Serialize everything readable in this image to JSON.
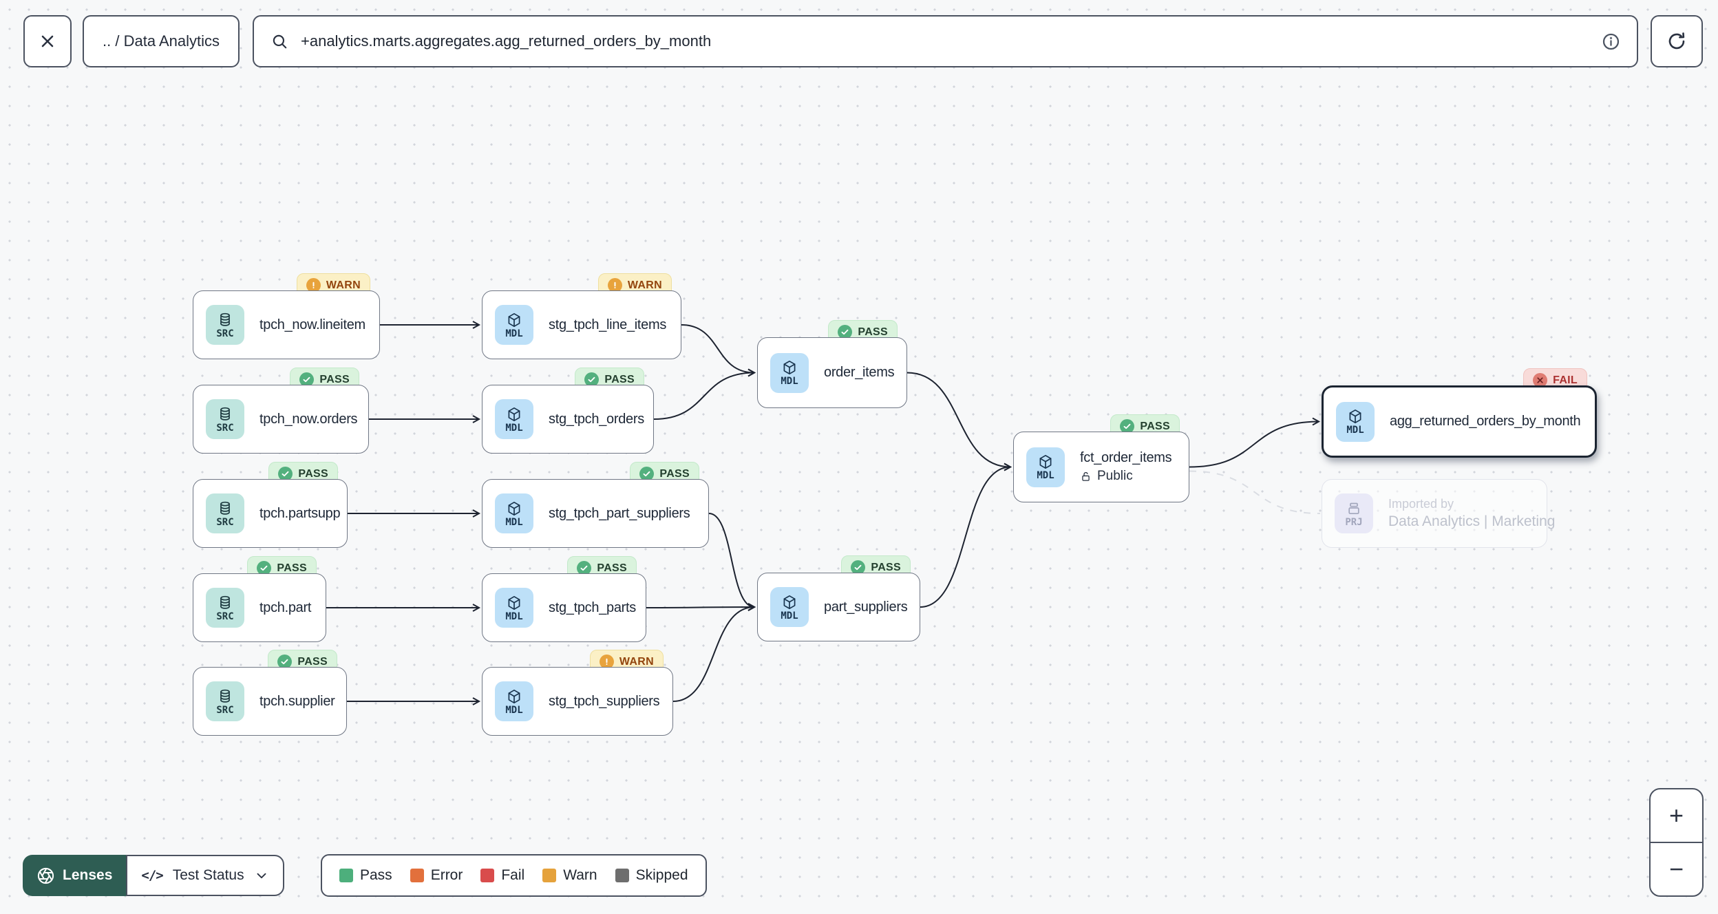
{
  "topbar": {
    "breadcrumb": ".. / Data Analytics",
    "search_value": "+analytics.marts.aggregates.agg_returned_orders_by_month"
  },
  "nodes": [
    {
      "id": "tpch_now_lineitem",
      "type": "SRC",
      "label": "tpch_now.lineitem",
      "status": "WARN"
    },
    {
      "id": "stg_tpch_line_items",
      "type": "MDL",
      "label": "stg_tpch_line_items",
      "status": "WARN"
    },
    {
      "id": "tpch_now_orders",
      "type": "SRC",
      "label": "tpch_now.orders",
      "status": "PASS"
    },
    {
      "id": "stg_tpch_orders",
      "type": "MDL",
      "label": "stg_tpch_orders",
      "status": "PASS"
    },
    {
      "id": "tpch_partsupp",
      "type": "SRC",
      "label": "tpch.partsupp",
      "status": "PASS"
    },
    {
      "id": "stg_tpch_part_suppliers",
      "type": "MDL",
      "label": "stg_tpch_part_suppliers",
      "status": "PASS"
    },
    {
      "id": "tpch_part",
      "type": "SRC",
      "label": "tpch.part",
      "status": "PASS"
    },
    {
      "id": "stg_tpch_parts",
      "type": "MDL",
      "label": "stg_tpch_parts",
      "status": "PASS"
    },
    {
      "id": "tpch_supplier",
      "type": "SRC",
      "label": "tpch.supplier",
      "status": "PASS"
    },
    {
      "id": "stg_tpch_suppliers",
      "type": "MDL",
      "label": "stg_tpch_suppliers",
      "status": "WARN"
    },
    {
      "id": "order_items",
      "type": "MDL",
      "label": "order_items",
      "status": "PASS"
    },
    {
      "id": "part_suppliers",
      "type": "MDL",
      "label": "part_suppliers",
      "status": "PASS"
    },
    {
      "id": "fct_order_items",
      "type": "MDL",
      "label": "fct_order_items",
      "status": "PASS",
      "access": "Public"
    },
    {
      "id": "agg_returned_orders_by_month",
      "type": "MDL",
      "label": "agg_returned_orders_by_month",
      "status": "FAIL",
      "selected": true
    },
    {
      "id": "imported_by",
      "type": "PRJ",
      "ghost": true,
      "line1": "Imported by",
      "line2": "Data Analytics | Marketing"
    }
  ],
  "edges": [
    {
      "from": "tpch_now_lineitem",
      "to": "stg_tpch_line_items"
    },
    {
      "from": "tpch_now_orders",
      "to": "stg_tpch_orders"
    },
    {
      "from": "tpch_partsupp",
      "to": "stg_tpch_part_suppliers"
    },
    {
      "from": "tpch_part",
      "to": "stg_tpch_parts"
    },
    {
      "from": "tpch_supplier",
      "to": "stg_tpch_suppliers"
    },
    {
      "from": "stg_tpch_line_items",
      "to": "order_items"
    },
    {
      "from": "stg_tpch_orders",
      "to": "order_items"
    },
    {
      "from": "stg_tpch_part_suppliers",
      "to": "part_suppliers"
    },
    {
      "from": "stg_tpch_parts",
      "to": "part_suppliers"
    },
    {
      "from": "stg_tpch_suppliers",
      "to": "part_suppliers"
    },
    {
      "from": "order_items",
      "to": "fct_order_items"
    },
    {
      "from": "part_suppliers",
      "to": "fct_order_items"
    },
    {
      "from": "fct_order_items",
      "to": "agg_returned_orders_by_month"
    },
    {
      "from": "fct_order_items",
      "to": "imported_by",
      "style": "dashed"
    }
  ],
  "status_colors": {
    "pass": "#4daf7c",
    "error": "#e2703c",
    "fail": "#d94c4c",
    "warn": "#e5a23c",
    "skipped": "#6e6e6e"
  },
  "bottombar": {
    "lenses_label": "Lenses",
    "lens_icon": "</>",
    "lens_selected": "Test Status",
    "legend": [
      {
        "label": "Pass",
        "color": "#4daf7c"
      },
      {
        "label": "Error",
        "color": "#e2703c"
      },
      {
        "label": "Fail",
        "color": "#d94c4c"
      },
      {
        "label": "Warn",
        "color": "#e5a23c"
      },
      {
        "label": "Skipped",
        "color": "#6e6e6e"
      }
    ]
  },
  "zoom_controls": {
    "zoom_in": "+",
    "zoom_out": "−"
  }
}
